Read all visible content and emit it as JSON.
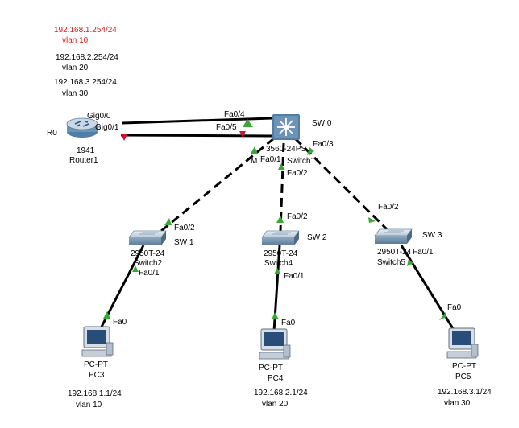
{
  "colors": {
    "label_red": "#e01b1b",
    "link_up": "#39a935",
    "link_down": "#d4112c",
    "device_blue": "#4f7ea6"
  },
  "notes": {
    "r0_net_vlan10": "192.168.1.254/24",
    "r0_vlan10": "vlan 10",
    "r0_net_vlan20": "192.168.2.254/24",
    "r0_vlan20": "vlan 20",
    "r0_net_vlan30": "192.168.3.254/24",
    "r0_vlan30": "vlan 30",
    "pc3_ip": "192.168.1.1/24",
    "pc3_vlan": "vlan 10",
    "pc4_ip": "192.168.2.1/24",
    "pc4_vlan": "vlan 20",
    "pc5_ip": "192.168.3.1/24",
    "pc5_vlan": "vlan 30"
  },
  "devices": {
    "router": {
      "tag": "R0",
      "model": "1941",
      "name": "Router1",
      "icon": "router-icon"
    },
    "sw0": {
      "tag": "SW 0",
      "model": "3560-24PS",
      "name": "Switch1",
      "icon": "multilayer-switch-icon"
    },
    "sw1": {
      "tag": "SW 1",
      "model": "2950T-24",
      "name": "Switch2",
      "icon": "switch-icon"
    },
    "sw2": {
      "tag": "SW 2",
      "model": "2950T-24",
      "name": "Switch4",
      "icon": "switch-icon"
    },
    "sw3": {
      "tag": "SW 3",
      "model": "2950T-24",
      "name": "Switch5",
      "icon": "switch-icon"
    },
    "pc3": {
      "model": "PC-PT",
      "name": "PC3",
      "icon": "pc-icon"
    },
    "pc4": {
      "model": "PC-PT",
      "name": "PC4",
      "icon": "pc-icon"
    },
    "pc5": {
      "model": "PC-PT",
      "name": "PC5",
      "icon": "pc-icon"
    }
  },
  "ports": {
    "r_g00": "Gig0/0",
    "r_g01": "Gig0/1",
    "sw0_f04": "Fa0/4",
    "sw0_f05": "Fa0/5",
    "sw0_f01": "Fa0/1",
    "sw0_f02": "Fa0/2",
    "sw0_f03": "Fa0/3",
    "sw0_mgmt": "M",
    "sw1_f02": "Fa0/2",
    "sw1_f01": "Fa0/1",
    "sw2_f02": "Fa0/2",
    "sw2_f01": "Fa0/1",
    "sw3_f02": "Fa0/2",
    "sw3_f01": "Fa0/1",
    "pc3_f0": "Fa0",
    "pc4_f0": "Fa0",
    "pc5_f0": "Fa0"
  },
  "links": [
    {
      "from": "router Gig0/0",
      "to": "SW 0 Fa0/4",
      "cable": "straight",
      "status": "up"
    },
    {
      "from": "router Gig0/1",
      "to": "SW 0 Fa0/5",
      "cable": "straight",
      "status": "down"
    },
    {
      "from": "SW 0 Fa0/1",
      "to": "SW 1 Fa0/2",
      "cable": "crossover",
      "status": "up"
    },
    {
      "from": "SW 0 Fa0/2",
      "to": "SW 2 Fa0/2",
      "cable": "crossover",
      "status": "up"
    },
    {
      "from": "SW 0 Fa0/3",
      "to": "SW 3 Fa0/2",
      "cable": "crossover",
      "status": "up"
    },
    {
      "from": "SW 1 Fa0/1",
      "to": "PC3 Fa0",
      "cable": "straight",
      "status": "up"
    },
    {
      "from": "SW 2 Fa0/1",
      "to": "PC4 Fa0",
      "cable": "straight",
      "status": "up"
    },
    {
      "from": "SW 3 Fa0/1",
      "to": "PC5 Fa0",
      "cable": "straight",
      "status": "up"
    }
  ]
}
